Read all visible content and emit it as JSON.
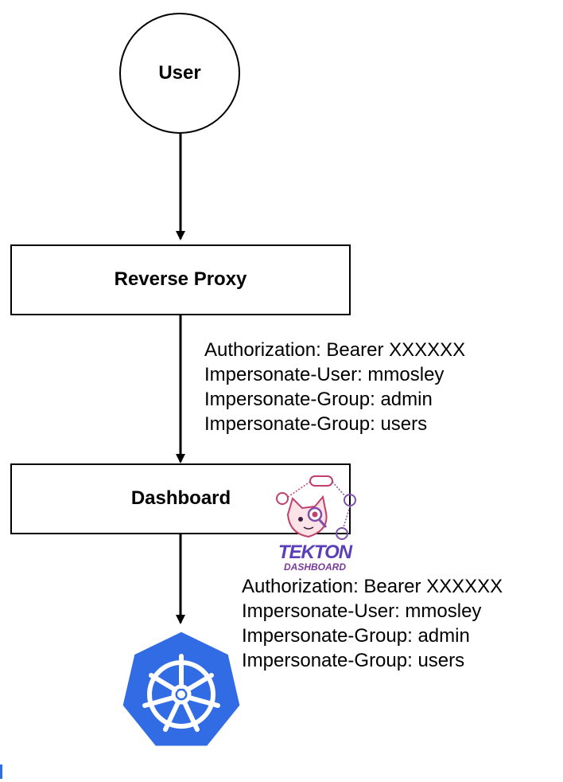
{
  "nodes": {
    "user": "User",
    "proxy": "Reverse Proxy",
    "dashboard": "Dashboard"
  },
  "headers_proxy_to_dashboard": [
    "Authorization: Bearer XXXXXX",
    "Impersonate-User: mmosley",
    "Impersonate-Group: admin",
    "Impersonate-Group: users"
  ],
  "headers_dashboard_to_api": [
    "Authorization: Bearer XXXXXX",
    "Impersonate-User: mmosley",
    "Impersonate-Group: admin",
    "Impersonate-Group: users"
  ],
  "logos": {
    "tekton": {
      "line1": "TEKTON",
      "line2": "DASHBOARD",
      "icon": "tekton-cat-icon"
    },
    "kubernetes": {
      "icon": "kubernetes-helm-icon",
      "color": "#326ce5"
    }
  }
}
